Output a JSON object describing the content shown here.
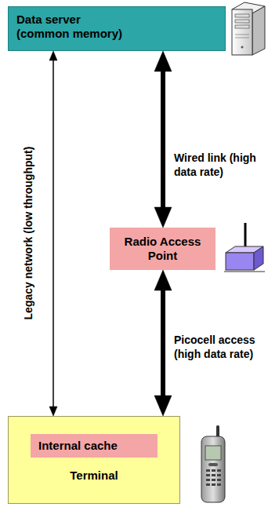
{
  "diagram": {
    "nodes": [
      {
        "text": [
          "Data server (common memory)"
        ]
      },
      {
        "text": [
          "Radio Access Point"
        ]
      },
      {
        "text": [
          "Terminal"
        ]
      },
      {
        "text": [
          "Internal cache"
        ],
        "in": 2
      }
    ],
    "edges": [
      {
        "from": 0,
        "to": 2,
        "arrow": "both",
        "label": "Legacy network (low throughput)"
      },
      {
        "from": 0,
        "to": 1,
        "arrow": "both",
        "label": "Wired link (high data rate)"
      },
      {
        "from": 1,
        "to": 2,
        "arrow": "both",
        "label": "Picocell access (high data rate)"
      }
    ]
  }
}
